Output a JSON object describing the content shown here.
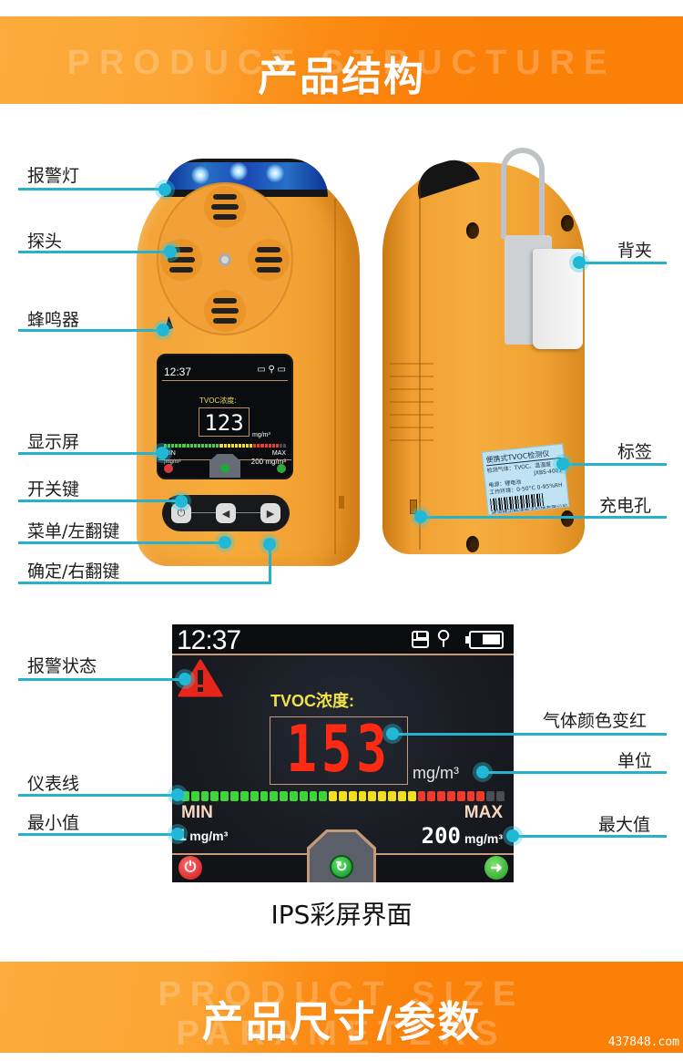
{
  "sections": {
    "structure": {
      "ghost": "PRODUCT STRUCTURE",
      "title": "产品结构"
    },
    "size": {
      "ghost": "PRODUCT SIZE PARAMETERS",
      "title": "产品尺寸/参数"
    }
  },
  "callouts_front": [
    {
      "label": "报警灯"
    },
    {
      "label": "探头"
    },
    {
      "label": "蜂鸣器"
    },
    {
      "label": "显示屏"
    },
    {
      "label": "开关键"
    },
    {
      "label": "菜单/左翻键"
    },
    {
      "label": "确定/右翻键"
    }
  ],
  "callouts_back": [
    {
      "label": "背夹"
    },
    {
      "label": "标签"
    },
    {
      "label": "充电孔"
    }
  ],
  "callouts_screen_left": [
    {
      "label": "报警状态"
    },
    {
      "label": "仪表线"
    },
    {
      "label": "最小值"
    }
  ],
  "callouts_screen_right": [
    {
      "label": "气体颜色变红"
    },
    {
      "label": "单位"
    },
    {
      "label": "最大值"
    }
  ],
  "device_front_screen": {
    "time": "12:37",
    "status_icons": "▭ ⚲ ▭",
    "gas_label": "TVOC浓度:",
    "value": "123",
    "unit": "mg/m³",
    "min_label": "MIN",
    "max_label": "MAX",
    "min_value": "¦mg/m³",
    "max_value": "200 mg/m³"
  },
  "keypad": {
    "power": "⏻",
    "esc": "◀",
    "ok": "▶"
  },
  "nameplate": {
    "title": "便携式TVOC检测仪",
    "line1": "检测气体：TVOC、温湿度",
    "model": "JXBS-4001",
    "line2": "电源：锂电池",
    "line3": "工作环境：0-50°C  0-95%RH",
    "maker": "威海精讯畅通电子科技有限公司"
  },
  "big_screen": {
    "time": "12:37",
    "gas_label": "TVOC浓度:",
    "value": "153",
    "unit": "mg/m³",
    "min_label": "MIN",
    "max_label": "MAX",
    "min_digit": "1",
    "min_unit": "mg/m³",
    "max_digit": "200",
    "max_unit": "mg/m³",
    "power_icon": "⏻",
    "refresh_icon": "↻",
    "next_icon": "➜",
    "gauge": {
      "green": 15,
      "yellow": 9,
      "red": 7,
      "off": 2
    },
    "colors": {
      "green": "#3fd43a",
      "yellow": "#f2e01e",
      "red": "#ef3b2c",
      "off": "#4a4d55",
      "alarm": "#e8251b"
    }
  },
  "caption": "IPS彩屏界面",
  "watermark": "437848.com"
}
